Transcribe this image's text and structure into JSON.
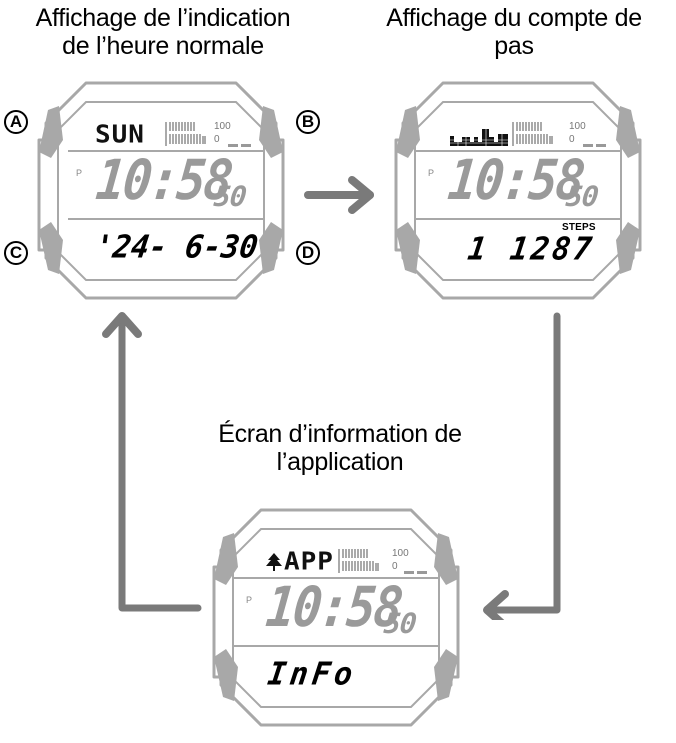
{
  "captions": {
    "normal_time": [
      "Affichage de l’indication",
      "de l’heure normale"
    ],
    "step_count": [
      "Affichage du compte de",
      "pas"
    ],
    "app_info": [
      "Écran d’information de",
      "l’application"
    ]
  },
  "buttons": {
    "a": "A",
    "b": "B",
    "c": "C",
    "d": "D"
  },
  "screens": [
    {
      "id": "normal_time",
      "top_text": "SUN",
      "graph_max": "100",
      "graph_min": "0",
      "pm_indicator": "P",
      "time": "10:58",
      "seconds": "50",
      "bottom_text": "'24- 6-30"
    },
    {
      "id": "step_count",
      "top_icon": "step-histogram-icon",
      "graph_max": "100",
      "graph_min": "0",
      "pm_indicator": "P",
      "time": "10:58",
      "seconds": "50",
      "steps_label": "STEPS",
      "bottom_text": "1 1287"
    },
    {
      "id": "app_info",
      "top_icon": "app-icon",
      "top_text": "APP",
      "graph_max": "100",
      "graph_min": "0",
      "pm_indicator": "P",
      "time": "10:58",
      "seconds": "50",
      "bottom_text": "InFo"
    }
  ],
  "flow": [
    {
      "from": "normal_time",
      "to": "step_count",
      "direction": "right"
    },
    {
      "from": "step_count",
      "to": "app_info",
      "direction": "down-left"
    },
    {
      "from": "app_info",
      "to": "normal_time",
      "direction": "left-up"
    }
  ],
  "colors": {
    "case_outline": "#a8a8a8",
    "buttons": "#a0a0a0",
    "arrow": "#7a7a7a",
    "lcd_dim": "#9a9a9a",
    "lcd_active": "#111111"
  }
}
